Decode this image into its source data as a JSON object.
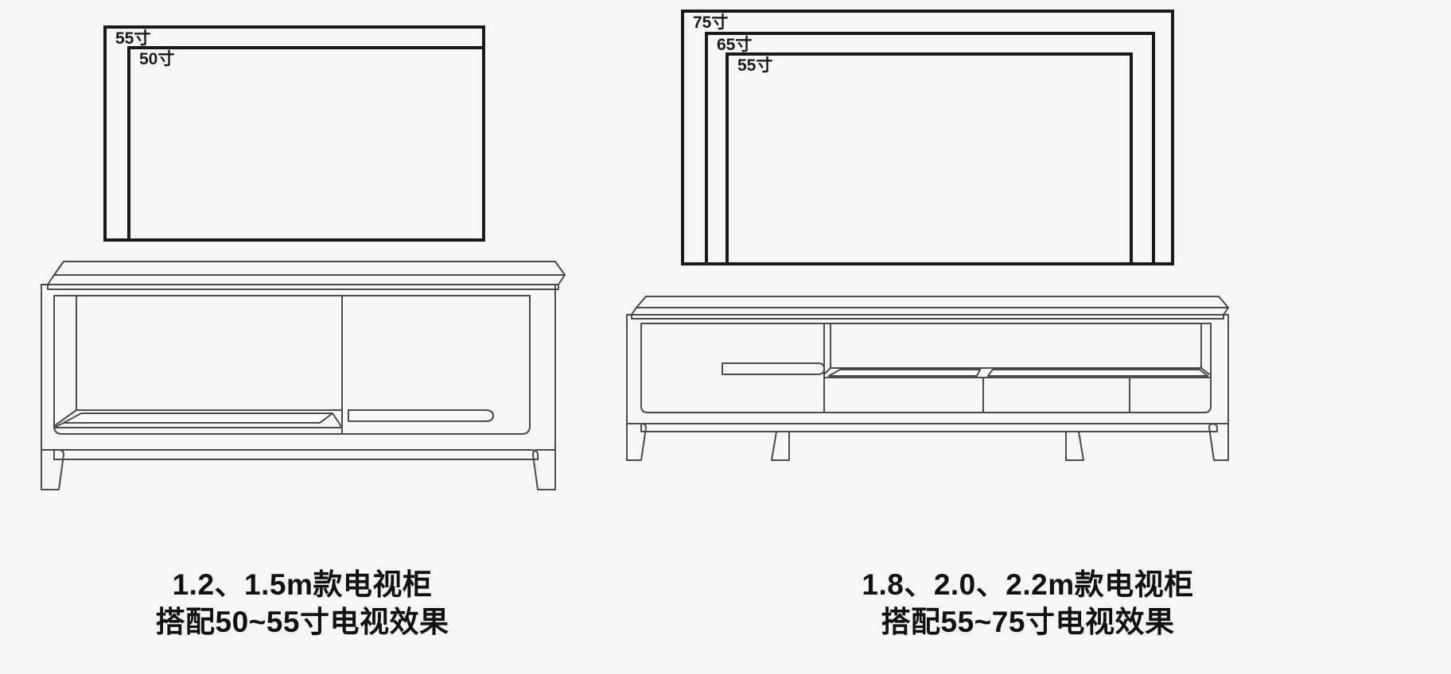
{
  "page": {
    "background_color": "#f6f6f6",
    "line_color": "#1a1a1a",
    "furniture_line_color": "#4a4a4a"
  },
  "panels": [
    {
      "id": "left",
      "tv_sizes": [
        {
          "label": "55寸",
          "inches": 55
        },
        {
          "label": "50寸",
          "inches": 50
        }
      ],
      "caption_line1": "1.2、1.5m款电视柜",
      "caption_line2": "搭配50~55寸电视效果",
      "cabinet": {
        "name": "tv-cabinet-small",
        "widths_m": [
          "1.2",
          "1.5"
        ],
        "compartments": [
          "open-shelf",
          "drawer"
        ]
      }
    },
    {
      "id": "right",
      "tv_sizes": [
        {
          "label": "75寸",
          "inches": 75
        },
        {
          "label": "65寸",
          "inches": 65
        },
        {
          "label": "55寸",
          "inches": 55
        }
      ],
      "caption_line1": "1.8、2.0、2.2m款电视柜",
      "caption_line2": "搭配55~75寸电视效果",
      "cabinet": {
        "name": "tv-cabinet-large",
        "widths_m": [
          "1.8",
          "2.0",
          "2.2"
        ],
        "compartments": [
          "drawer",
          "open-shelf",
          "open-shelf"
        ]
      }
    }
  ]
}
